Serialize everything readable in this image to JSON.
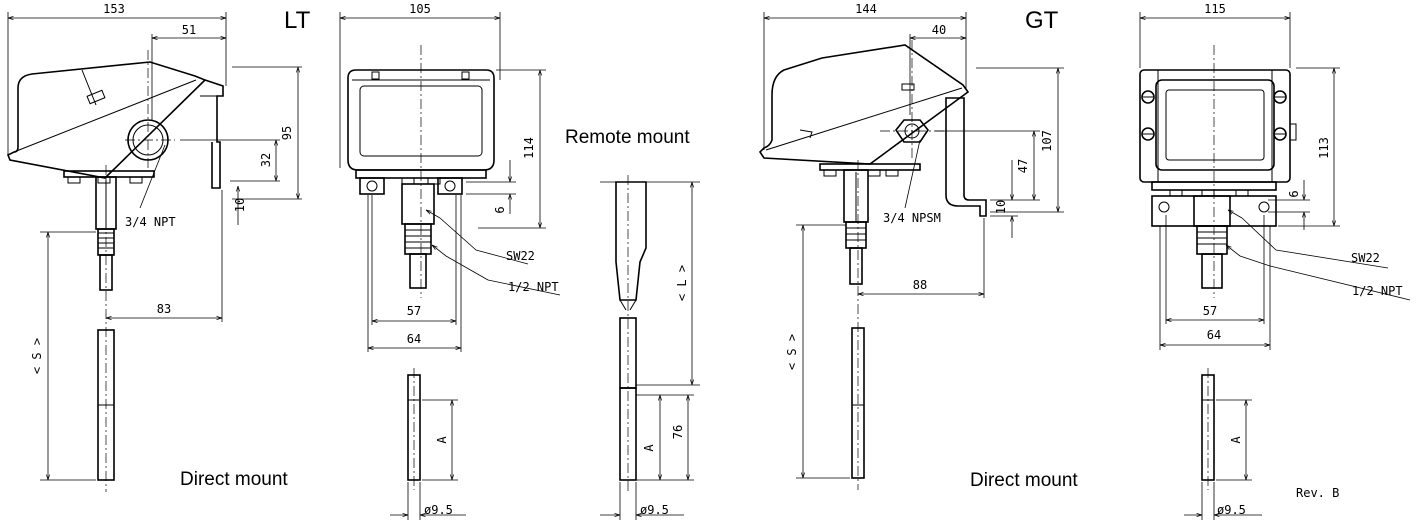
{
  "titles": {
    "lt": "LT",
    "gt": "GT"
  },
  "captions": {
    "direct_lt": "Direct mount",
    "remote": "Remote mount",
    "direct_gt": "Direct mount"
  },
  "revision": "Rev. B",
  "lt_side": {
    "width": "153",
    "offset": "51",
    "height": "95",
    "h32": "32",
    "h10": "10",
    "reach": "83",
    "thread": "3/4 NPT",
    "stem": "< S >"
  },
  "lt_front": {
    "width": "105",
    "height": "114",
    "h6": "6",
    "sw": "SW22",
    "npt": "1/2 NPT",
    "w57": "57",
    "w64": "64",
    "a": "A",
    "dia": "ø9.5"
  },
  "remote": {
    "l": "< L >",
    "a": "A",
    "h76": "76",
    "dia": "ø9.5"
  },
  "gt_side": {
    "width": "144",
    "offset": "40",
    "height": "107",
    "h47": "47",
    "h10": "10",
    "reach": "88",
    "thread": "3/4 NPSM",
    "stem": "< S >"
  },
  "gt_front": {
    "width": "115",
    "height": "113",
    "h6": "6",
    "sw": "SW22",
    "npt": "1/2 NPT",
    "w57": "57",
    "w64": "64",
    "a": "A",
    "dia": "ø9.5"
  }
}
